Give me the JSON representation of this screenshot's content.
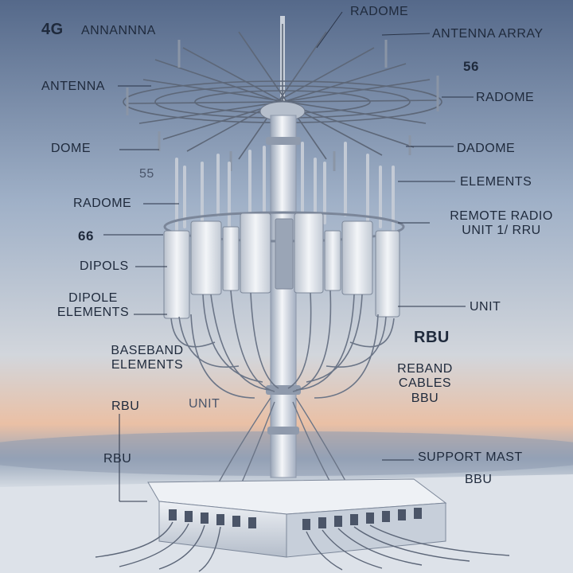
{
  "labels": {
    "l4g": "4G",
    "antennna": "ANNANNNA",
    "radome_top": "RADOME",
    "antenna_array": "ANTENNA ARRAY",
    "five_g_top": "56",
    "antenna": "ANTENNA",
    "radome_right": "RADOME",
    "dome": "DOME",
    "dadome": "DADOME",
    "five_g_mid": "55",
    "elements": "ELEMENTS",
    "radome_left": "RADOME",
    "rru_line1": "REMOTE RADIO",
    "rru_line2": "UNIT 1/ RRU",
    "six_g": "66",
    "dipols": "DIPOLS",
    "dipole_line1": "DIPOLE",
    "dipole_line2": "ELEMENTS",
    "unit_right": "UNIT",
    "rbu_right": "RBU",
    "baseband_line1": "BASEBAND",
    "baseband_line2": "ELEMENTS",
    "reband_line1": "REBAND",
    "reband_line2": "CABLES",
    "reband_line3": "BBU",
    "rbu_left": "RBU",
    "unit_mid": "UNIT",
    "rbu_lower_left": "RBU",
    "support_mast": "SUPPORT MAST",
    "bbu_bottom": "BBU"
  },
  "colors": {
    "sky_top": "#5b6f8f",
    "sky_mid": "#c6cfdc",
    "horizon": "#e9b79a",
    "ground": "#d7dde6",
    "text": "#1f2a3c",
    "leader": "#2a3448"
  }
}
